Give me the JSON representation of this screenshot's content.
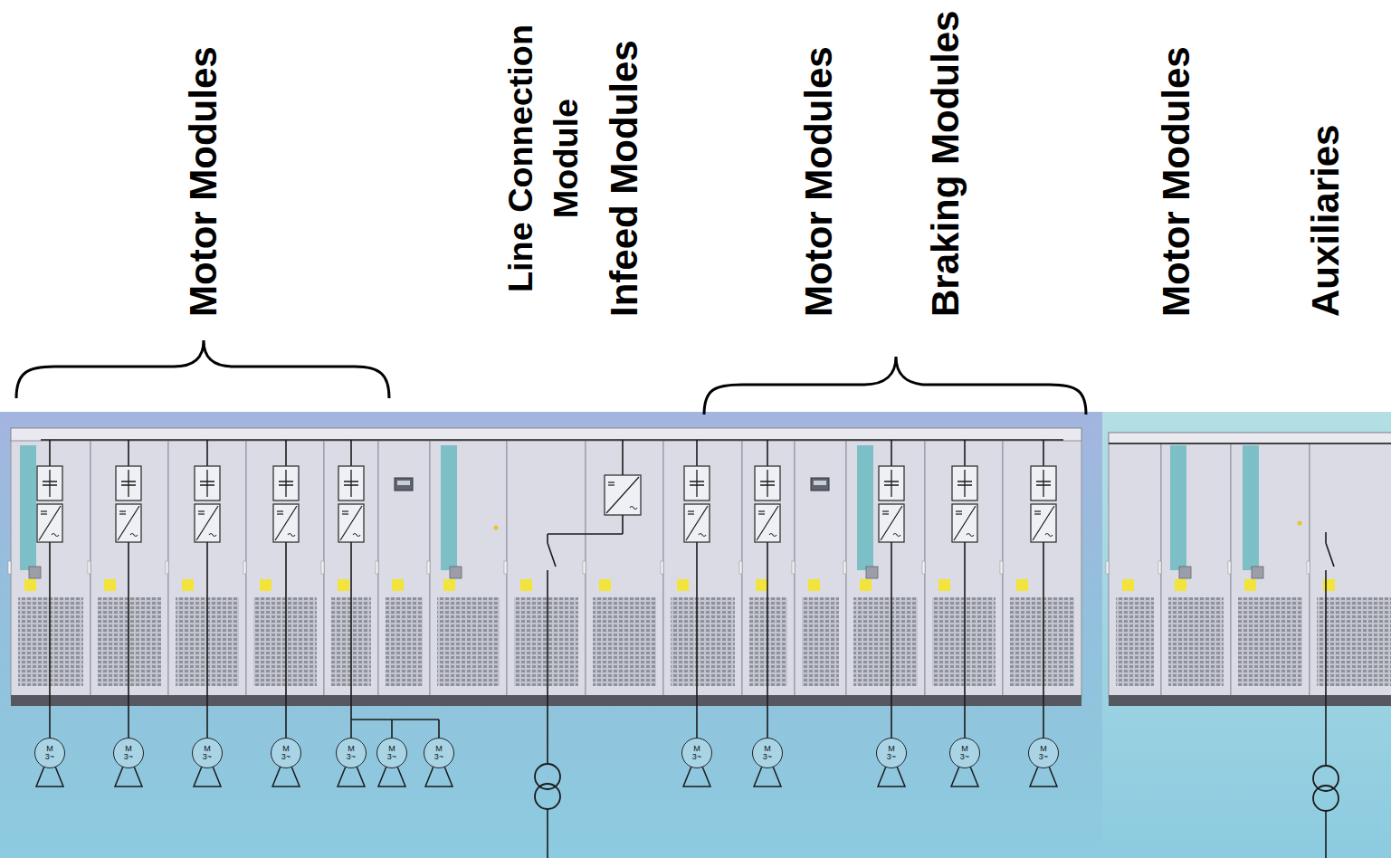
{
  "diagram": {
    "nodes": [
      {
        "text": [
          "M",
          "3~"
        ]
      },
      {
        "text": [
          "M",
          "3~"
        ]
      },
      {
        "text": [
          "M",
          "3~"
        ]
      },
      {
        "text": [
          "M",
          "3~"
        ]
      },
      {
        "text": [
          "M",
          "3~"
        ]
      },
      {
        "text": [
          "M",
          "3~"
        ]
      },
      {
        "text": [
          "M",
          "3~"
        ]
      },
      {
        "text": [
          "M",
          "3~"
        ]
      },
      {
        "text": [
          "M",
          "3~"
        ]
      },
      {
        "text": [
          "M",
          "3~"
        ]
      },
      {
        "text": [
          "M",
          "3~"
        ]
      },
      {
        "text": [
          "M",
          "3~"
        ]
      }
    ],
    "labels": [
      "Motor Modules",
      "Line Connection Module",
      "Infeed Modules",
      "Motor Modules",
      "Braking Modules",
      "Motor Modules",
      "Auxiliaries"
    ]
  }
}
